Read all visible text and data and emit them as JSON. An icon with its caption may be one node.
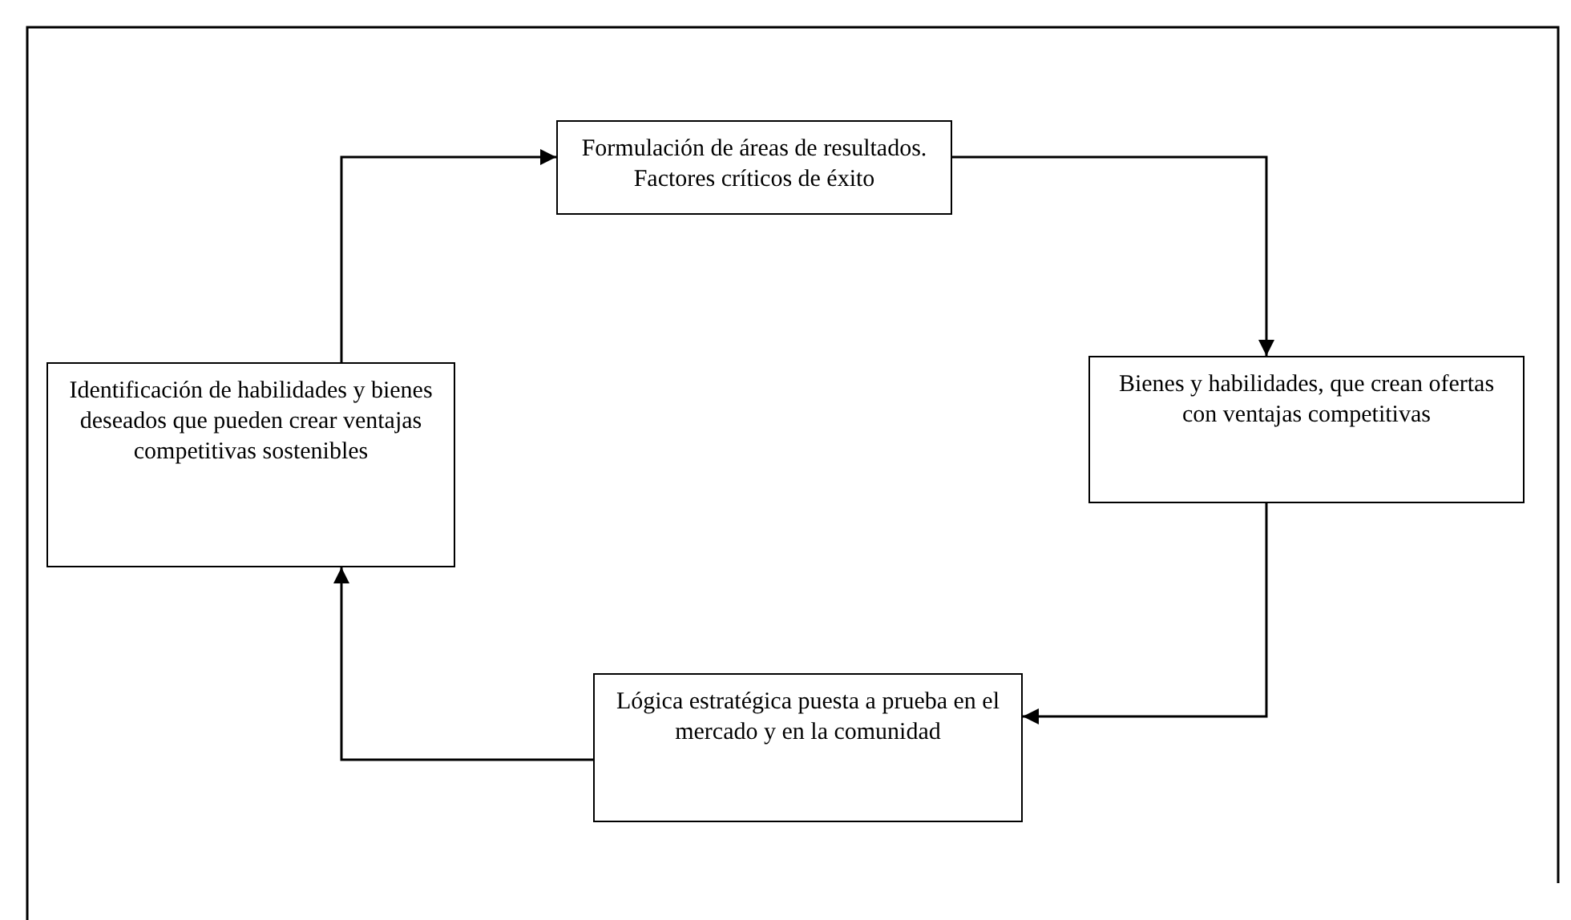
{
  "diagram": {
    "nodes": [
      {
        "text": [
          "Formulación de áreas de resultados. Factores críticos de éxito"
        ]
      },
      {
        "text": [
          "Bienes y habilidades, que crean ofertas con ventajas competitivas"
        ]
      },
      {
        "text": [
          "Lógica estratégica puesta a prueba en el mercado y en la comunidad"
        ]
      },
      {
        "text": [
          "Identificación de habilidades y bienes deseados que pueden crear ventajas competitivas sostenibles"
        ]
      }
    ],
    "edges": [
      {
        "from": 0,
        "to": 1,
        "arrow": "to"
      },
      {
        "from": 1,
        "to": 2,
        "arrow": "to"
      },
      {
        "from": 2,
        "to": 3,
        "arrow": "to"
      },
      {
        "from": 3,
        "to": 0,
        "arrow": "to"
      }
    ]
  }
}
